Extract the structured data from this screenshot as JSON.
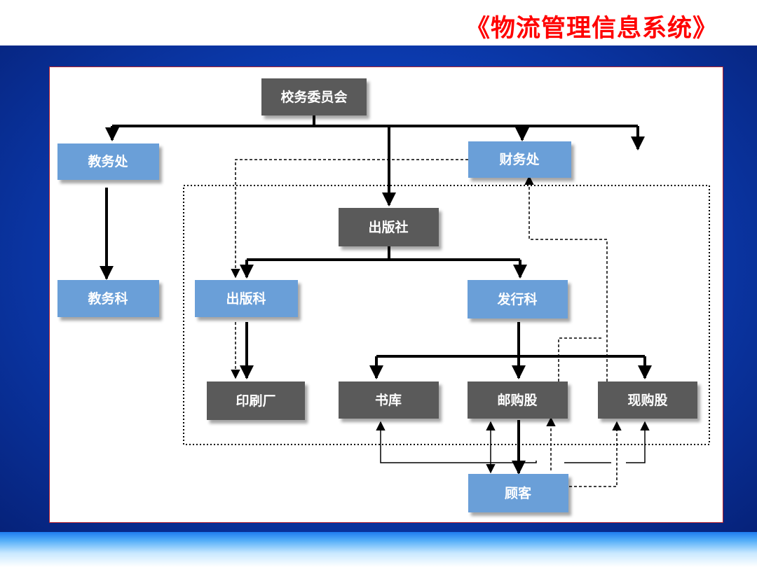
{
  "slide_title": "《物流管理信息系统》",
  "colors": {
    "title": "#ff0000",
    "background_blue": "#0c3fb8",
    "node_blue": "#6a9fd8",
    "node_gray": "#5a5a5a",
    "panel_border": "#b8202c"
  },
  "nodes": {
    "school_committee": "校务委员会",
    "academic_affairs_office": "教务处",
    "academic_affairs_section": "教务科",
    "finance_office": "财务处",
    "publishing_house": "出版社",
    "publishing_section": "出版科",
    "distribution_section": "发行科",
    "printing_plant": "印刷厂",
    "book_warehouse": "书库",
    "mail_order_unit": "邮购股",
    "retail_unit": "现购股",
    "customer": "顾客"
  },
  "node_styles": {
    "school_committee": "gray",
    "academic_affairs_office": "blue",
    "academic_affairs_section": "blue",
    "finance_office": "blue",
    "publishing_house": "gray",
    "publishing_section": "blue",
    "distribution_section": "blue",
    "printing_plant": "gray",
    "book_warehouse": "gray",
    "mail_order_unit": "gray",
    "retail_unit": "gray",
    "customer": "blue"
  }
}
